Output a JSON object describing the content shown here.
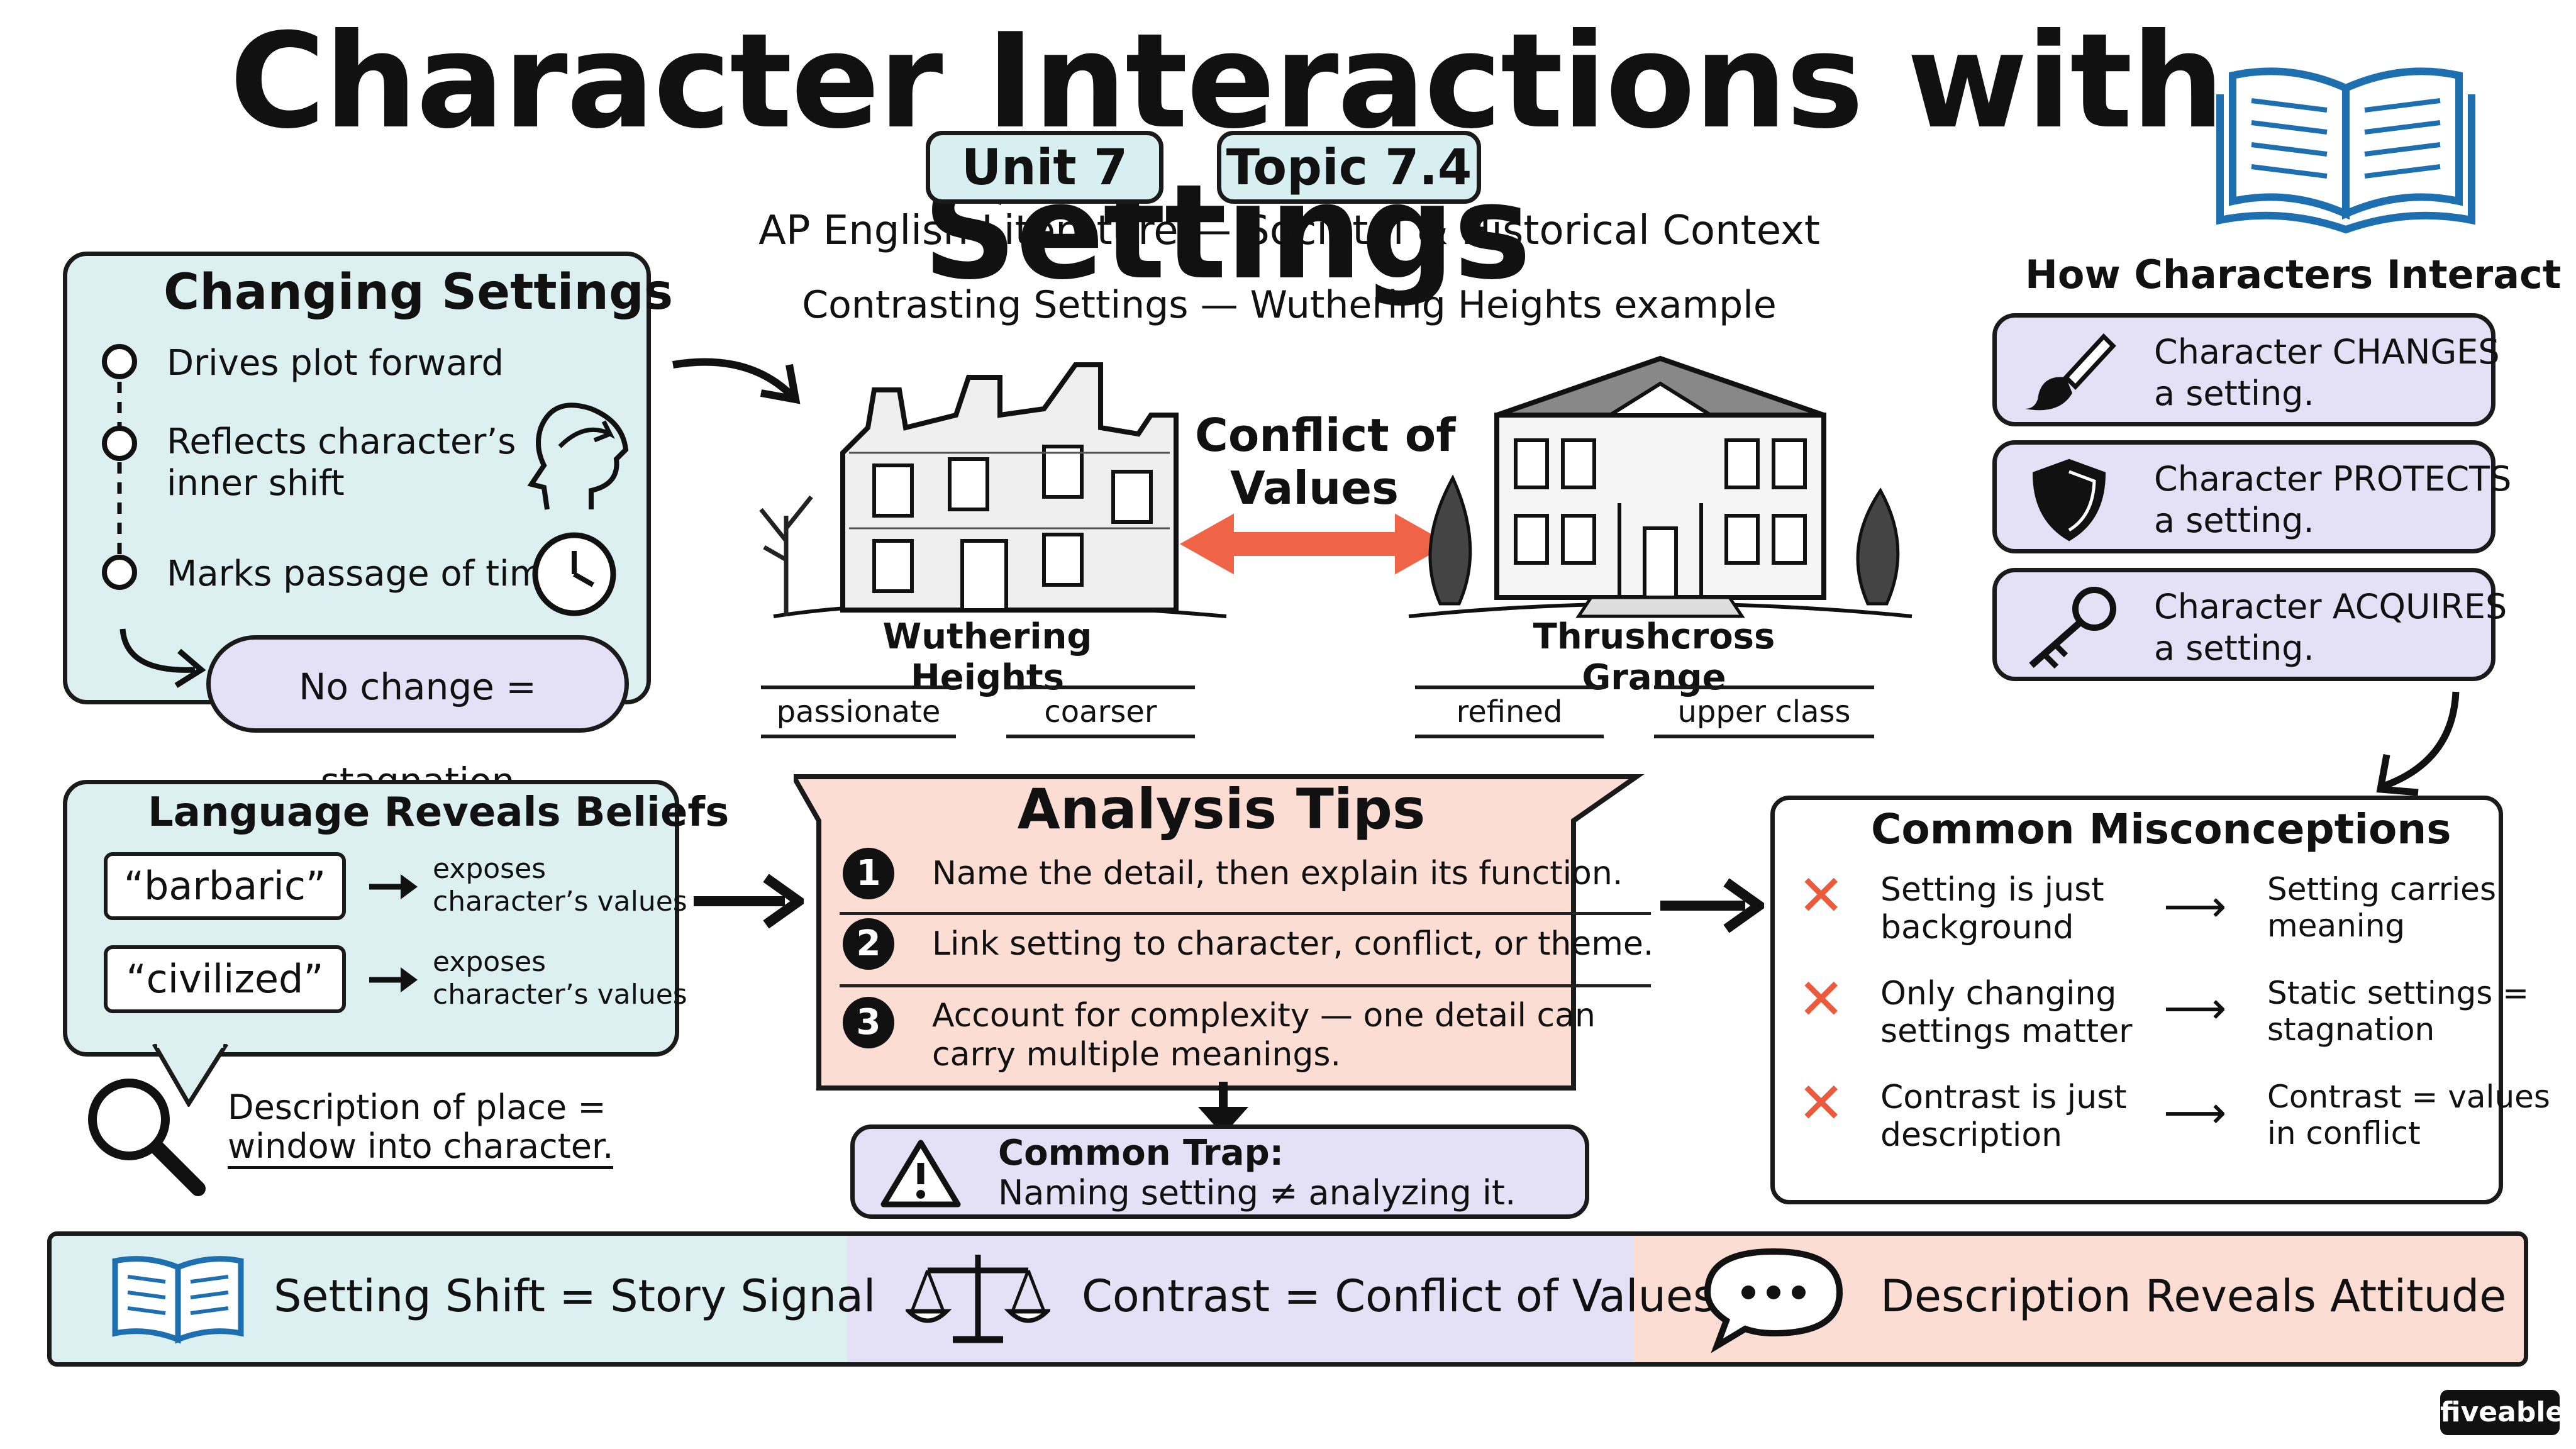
{
  "header": {
    "title": "Character Interactions with Settings",
    "unit": "Unit 7",
    "topic": "Topic 7.4",
    "subtitle": "AP English Literature — Societal & Historical Context",
    "contrast_heading": "Contrasting Settings — Wuthering Heights example"
  },
  "changing_settings": {
    "title": "Changing Settings",
    "items": [
      "Drives plot forward",
      "Reflects character’s\ninner shift",
      "Marks passage of time"
    ],
    "cloud": "No change = stagnation"
  },
  "contrast": {
    "left_name": "Wuthering Heights",
    "left_tags": [
      "passionate",
      "coarser"
    ],
    "right_name": "Thrushcross Grange",
    "right_tags": [
      "refined",
      "upper class"
    ],
    "conflict": "Conflict of\nValues"
  },
  "how_interact": {
    "title": "How Characters Interact",
    "items": [
      {
        "text": "Character CHANGES\na setting.",
        "icon": "paintbrush-icon"
      },
      {
        "text": "Character PROTECTS\na setting.",
        "icon": "shield-icon"
      },
      {
        "text": "Character ACQUIRES\na setting.",
        "icon": "key-icon"
      }
    ]
  },
  "language": {
    "title": "Language Reveals Beliefs",
    "words": [
      "“barbaric”",
      "“civilized”"
    ],
    "exposes": "exposes\ncharacter’s values",
    "note": "Description of place =\nwindow into character."
  },
  "tips": {
    "title": "Analysis Tips",
    "items": [
      "Name the detail, then explain its function.",
      "Link setting to character, conflict, or theme.",
      "Account for complexity — one detail can\ncarry multiple meanings."
    ],
    "numbers": [
      "1",
      "2",
      "3"
    ],
    "trap_title": "Common Trap:",
    "trap_text": "Naming setting ≠ analyzing it."
  },
  "misconceptions": {
    "title": "Common Misconceptions",
    "rows": [
      {
        "wrong": "Setting is just\nbackground",
        "right": "Setting carries\nmeaning"
      },
      {
        "wrong": "Only changing\nsettings matter",
        "right": "Static settings =\nstagnation"
      },
      {
        "wrong": "Contrast is just\ndescription",
        "right": "Contrast = values\nin conflict"
      }
    ]
  },
  "footer": {
    "items": [
      "Setting Shift = Story Signal",
      "Contrast = Conflict of Values",
      "Description Reveals Attitude"
    ],
    "colors": [
      "#dcf0f1",
      "#e4e0f5",
      "#fbddd3"
    ]
  },
  "brand": "fiveable"
}
